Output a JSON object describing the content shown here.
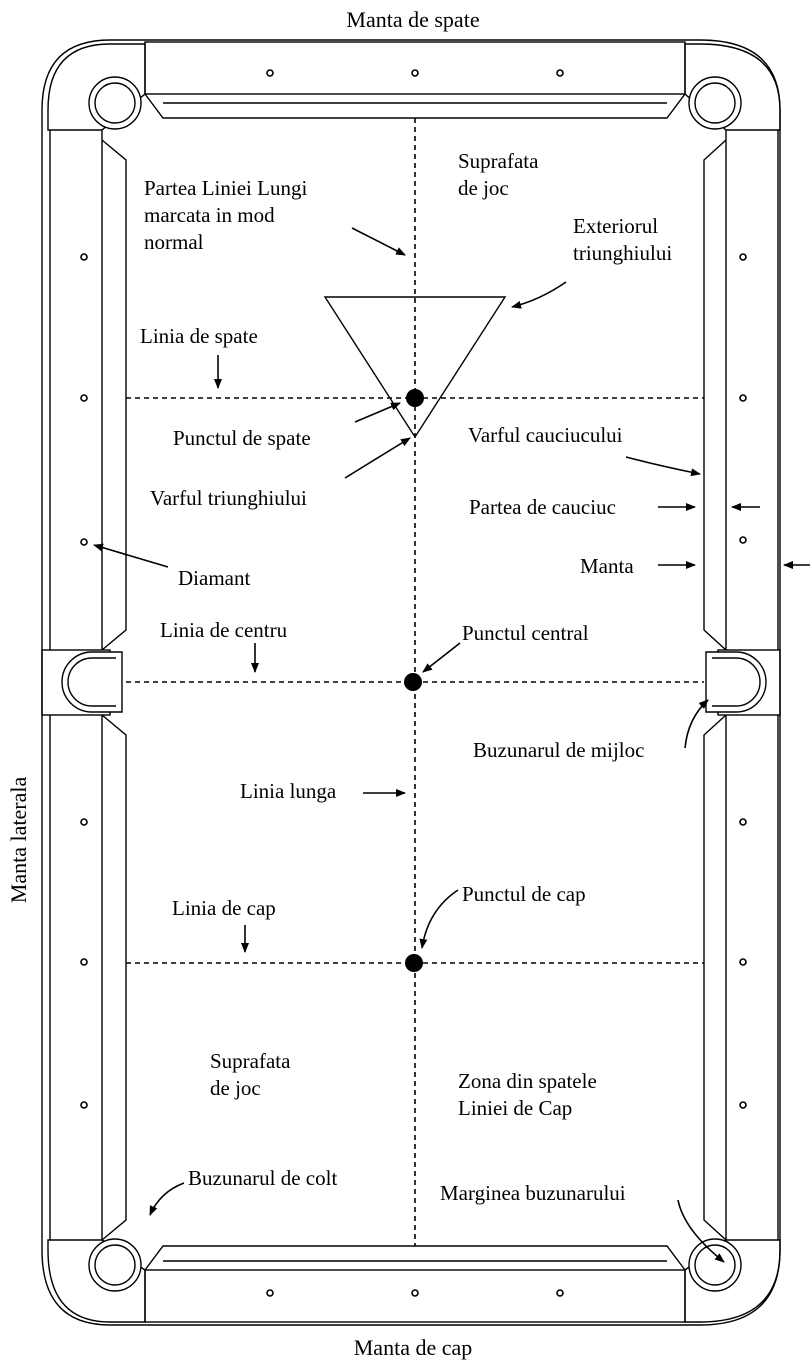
{
  "labels": {
    "back_rail": "Manta de spate",
    "head_rail": "Manta de cap",
    "side_rail": "Manta laterala",
    "playing_surface_top_1": "Suprafata",
    "playing_surface_top_2": "de joc",
    "long_string_part_1": "Partea Liniei Lungi",
    "long_string_part_2": "marcata in mod",
    "long_string_part_3": "normal",
    "rack_outline_1": "Exteriorul",
    "rack_outline_2": "triunghiului",
    "foot_string": "Linia de spate",
    "foot_spot": "Punctul de spate",
    "rack_apex": "Varful triunghiului",
    "cushion_nose": "Varful cauciucului",
    "cushion": "Partea de cauciuc",
    "rail": "Manta",
    "diamond": "Diamant",
    "center_string": "Linia de centru",
    "center_spot": "Punctul central",
    "side_pocket": "Buzunarul de mijloc",
    "long_string": "Linia lunga",
    "head_string": "Linia de cap",
    "head_spot": "Punctul de cap",
    "playing_surface_bottom_1": "Suprafata",
    "playing_surface_bottom_2": "de joc",
    "kitchen_1": "Zona din spatele",
    "kitchen_2": "Liniei de Cap",
    "corner_pocket": "Buzunarul de colt",
    "pocket_edge": "Marginea buzunarului"
  },
  "colors": {
    "line": "#000000",
    "background": "#ffffff"
  }
}
